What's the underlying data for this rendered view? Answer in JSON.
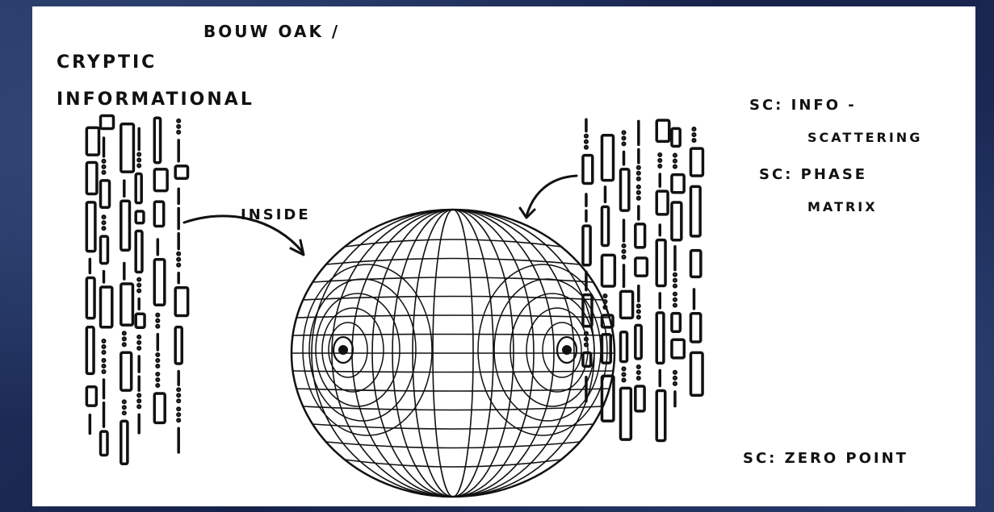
{
  "notes": {
    "title_line1": "BOUW OAK /",
    "title_line2": "CRYPTIC",
    "title_line3": "INFORMATIONAL",
    "inside_label": "INSIDE",
    "sc_info_line1": "SC: INFO -",
    "sc_info_line2": "SCATTERING",
    "sc_phase_line1": "SC: PHASE",
    "sc_phase_line2": "MATRIX",
    "sc_zero_point": "SC: ZERO POINT"
  },
  "colors": {
    "ink": "#111111",
    "paper": "#ffffff",
    "background": "#1c2a4e"
  },
  "icons": {
    "left_column": "glyph-column",
    "right_column": "glyph-column",
    "sphere": "toroidal-field-sphere"
  }
}
